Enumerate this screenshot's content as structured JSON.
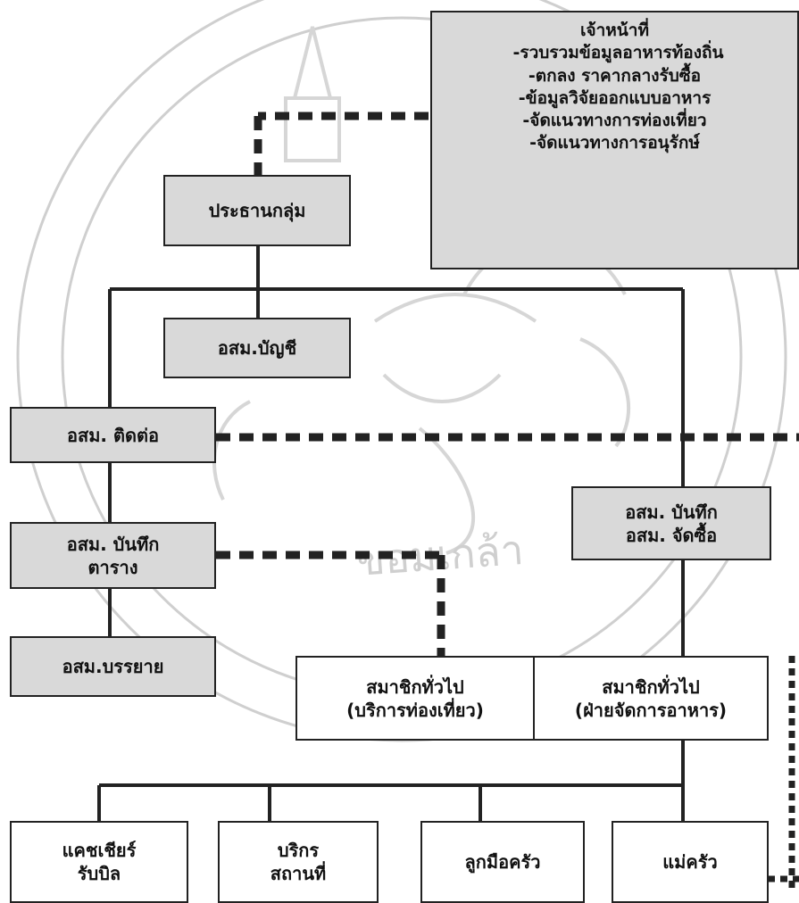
{
  "watermark": {
    "text": "ขอมเกล้า"
  },
  "colors": {
    "shaded_box": "#d9d9d9",
    "line": "#222222",
    "watermark": "#c8c8c8"
  },
  "officer": {
    "title": "เจ้าหน้าที่",
    "duties": [
      "-รวบรวมข้อมูลอาหารท้องถิ่น",
      "-ตกลง ราคากลางรับซื้อ",
      "-ข้อมูลวิจัยออกแบบอาหาร",
      "-จัดแนวทางการท่องเที่ยว",
      "-จัดแนวทางการอนุรักษ์"
    ]
  },
  "chairman": "ประธานกลุ่ม",
  "accounting": "อสม.บัญชี",
  "contact": "อสม. ติดต่อ",
  "schedule": {
    "line1": "อสม. บันทึก",
    "line2": "ตาราง"
  },
  "lecturer": "อสม.บรรยาย",
  "recorder": {
    "line1": "อสม. บันทึก",
    "line2": "อสม. จัดซื้อ"
  },
  "member_tourism": {
    "line1": "สมาชิกทั่วไป",
    "line2": "(บริการท่องเที่ยว)"
  },
  "member_food": {
    "line1": "สมาชิกทั่วไป",
    "line2": "(ฝ่ายจัดการอาหาร)"
  },
  "cashier": {
    "line1": "แคชเชียร์",
    "line2": "รับบิล"
  },
  "venue_service": {
    "line1": "บริกร",
    "line2": "สถานที่"
  },
  "kitchen_helper": "ลูกมือครัว",
  "cook": "แม่ครัว"
}
